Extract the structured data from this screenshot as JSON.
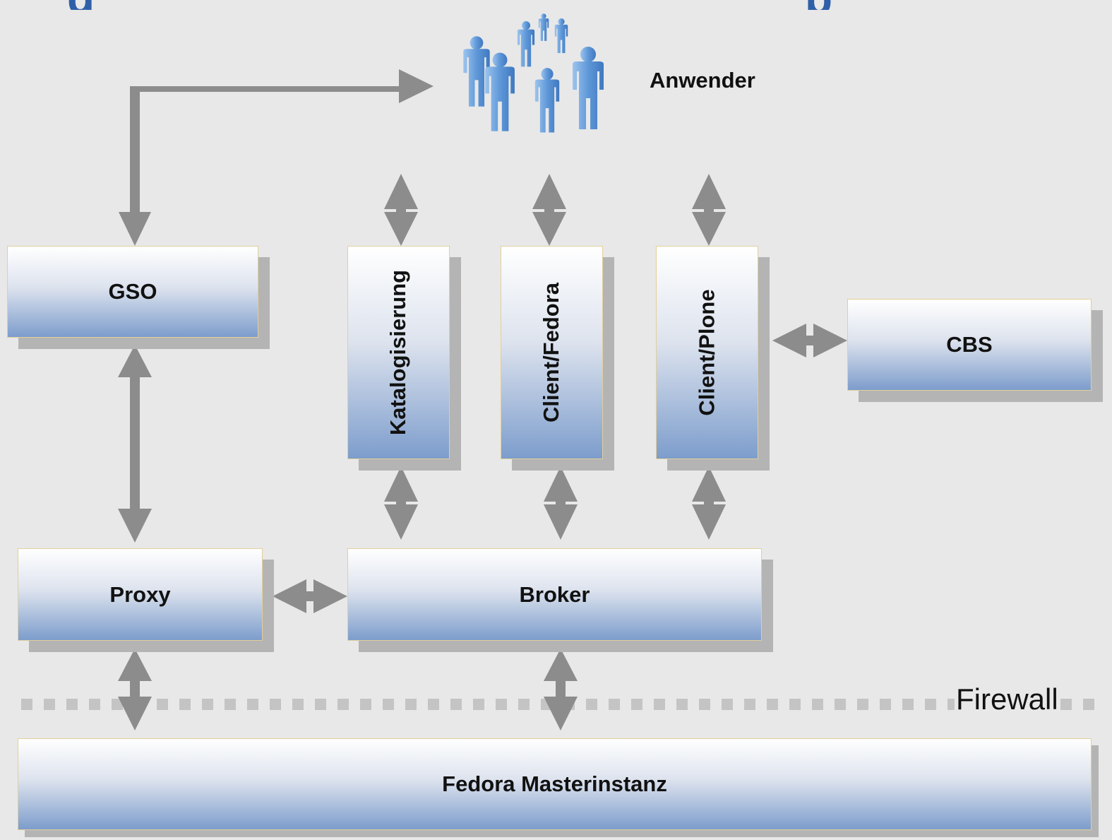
{
  "diagram": {
    "title_fragment_left": "g",
    "title_fragment_right": "p",
    "users_label": "Anwender",
    "gso_label": "GSO",
    "katalogisierung_label": "Katalogisierung",
    "client_fedora_label": "Client/Fedora",
    "client_plone_label": "Client/Plone",
    "cbs_label": "CBS",
    "proxy_label": "Proxy",
    "broker_label": "Broker",
    "fedora_master_label": "Fedora Masterinstanz",
    "firewall_label": "Firewall"
  },
  "colors": {
    "background": "#e8e8e8",
    "box_gradient_top": "#ffffff",
    "box_gradient_bottom": "#7d9dcc",
    "box_shadow": "#b4b4b4",
    "arrow": "#8c8c8c",
    "firewall_dash": "#c4c4c4",
    "users_icon": "#6fa3dc",
    "title": "#2f5fa8"
  },
  "icons": [
    "users-icon"
  ]
}
